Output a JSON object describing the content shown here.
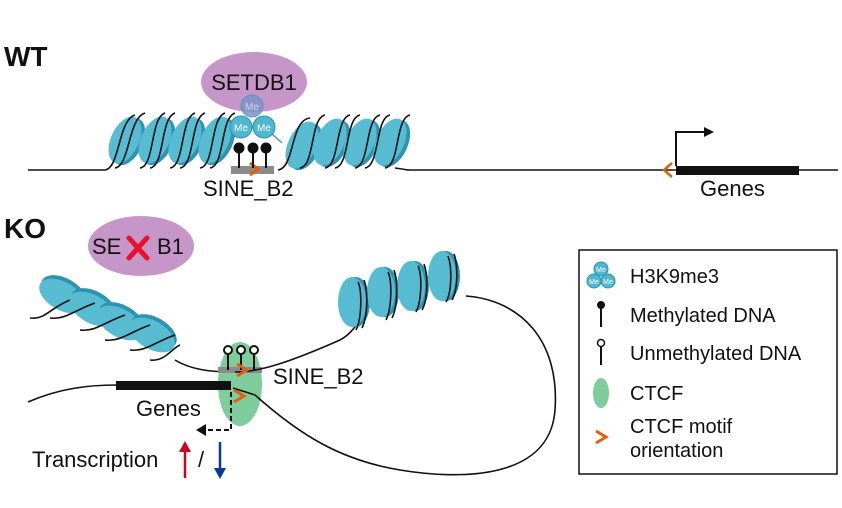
{
  "panels": {
    "wt": {
      "title": "WT",
      "enzyme_label": "SETDB1",
      "element_label": "SINE_B2",
      "gene_label": "Genes",
      "methyl_mark": "Me"
    },
    "ko": {
      "title": "KO",
      "enzyme_label_prefix": "SE",
      "enzyme_label_suffix": "B1",
      "enzyme_knockout_mark": "✕",
      "element_label": "SINE_B2",
      "gene_label": "Genes",
      "transcription_label": "Transcription",
      "separator": "/"
    }
  },
  "legend": {
    "items": [
      {
        "icon": "h3k9me3-icon",
        "label": "H3K9me3"
      },
      {
        "icon": "methylated-dna-icon",
        "label": "Methylated DNA"
      },
      {
        "icon": "unmethylated-dna-icon",
        "label": "Unmethylated DNA"
      },
      {
        "icon": "ctcf-icon",
        "label": "CTCF"
      },
      {
        "icon": "ctcf-motif-icon",
        "label_line1": "CTCF motif",
        "label_line2": "orientation"
      }
    ],
    "methyl_mark": "Me"
  },
  "colors": {
    "nucleosome": "#3fa9c4",
    "nucleosome_light": "#5cbdd1",
    "setdb1": "#c796c8",
    "ctcf": "#7fcc9c",
    "motif": "#e0600c",
    "up_arrow": "#d0021b",
    "down_arrow": "#0a3a9a",
    "sine_box": "#8a8a8a"
  }
}
